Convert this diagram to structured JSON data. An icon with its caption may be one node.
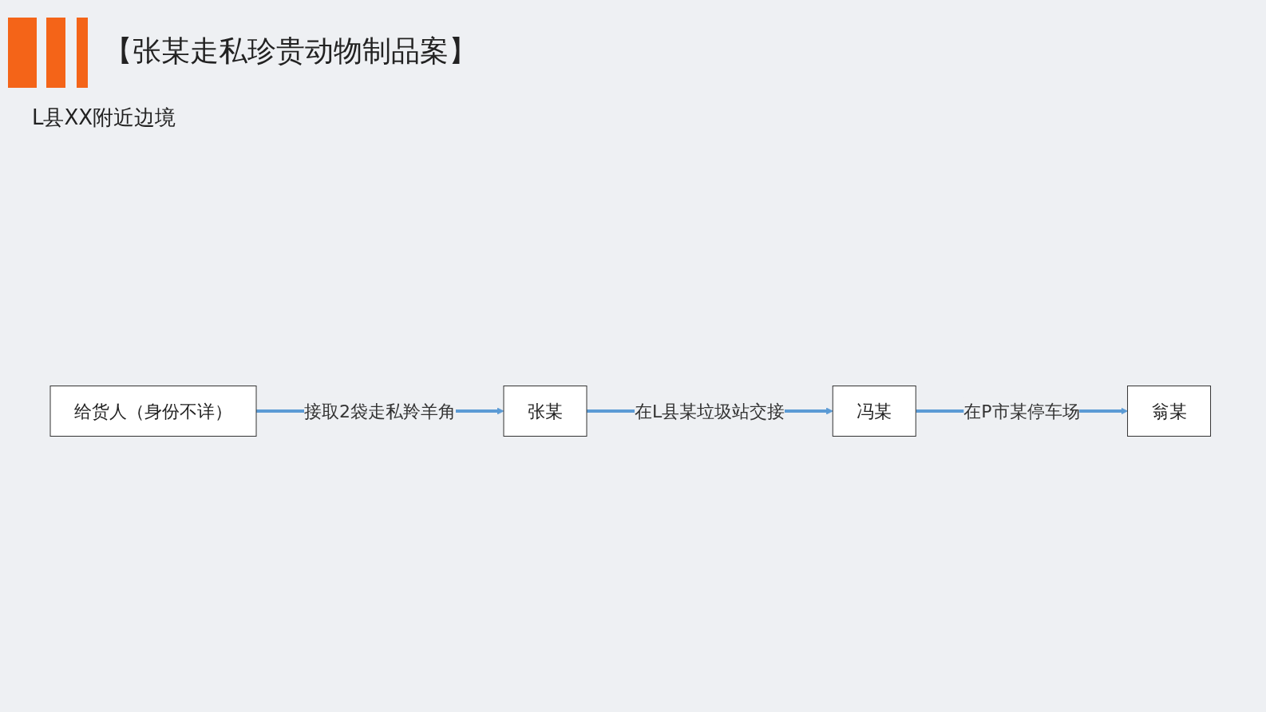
{
  "diagram": {
    "title": "【张某走私珍贵动物制品案】",
    "nodes": [
      {
        "text": [
          "给货人（身份不详）"
        ]
      },
      {
        "text": [
          "张某"
        ]
      },
      {
        "text": [
          "冯某"
        ]
      },
      {
        "text": [
          "翁某"
        ]
      }
    ],
    "edges": [
      {
        "from": 0,
        "to": 1,
        "arrow": "to",
        "label": "接取2袋走私羚羊角"
      },
      {
        "from": 1,
        "to": 2,
        "arrow": "to",
        "label": "在L县某垃圾站交接"
      },
      {
        "from": 2,
        "to": 3,
        "arrow": "to",
        "label": "在P市某停车场"
      }
    ],
    "labels": [
      "L县XX附近边境"
    ]
  }
}
